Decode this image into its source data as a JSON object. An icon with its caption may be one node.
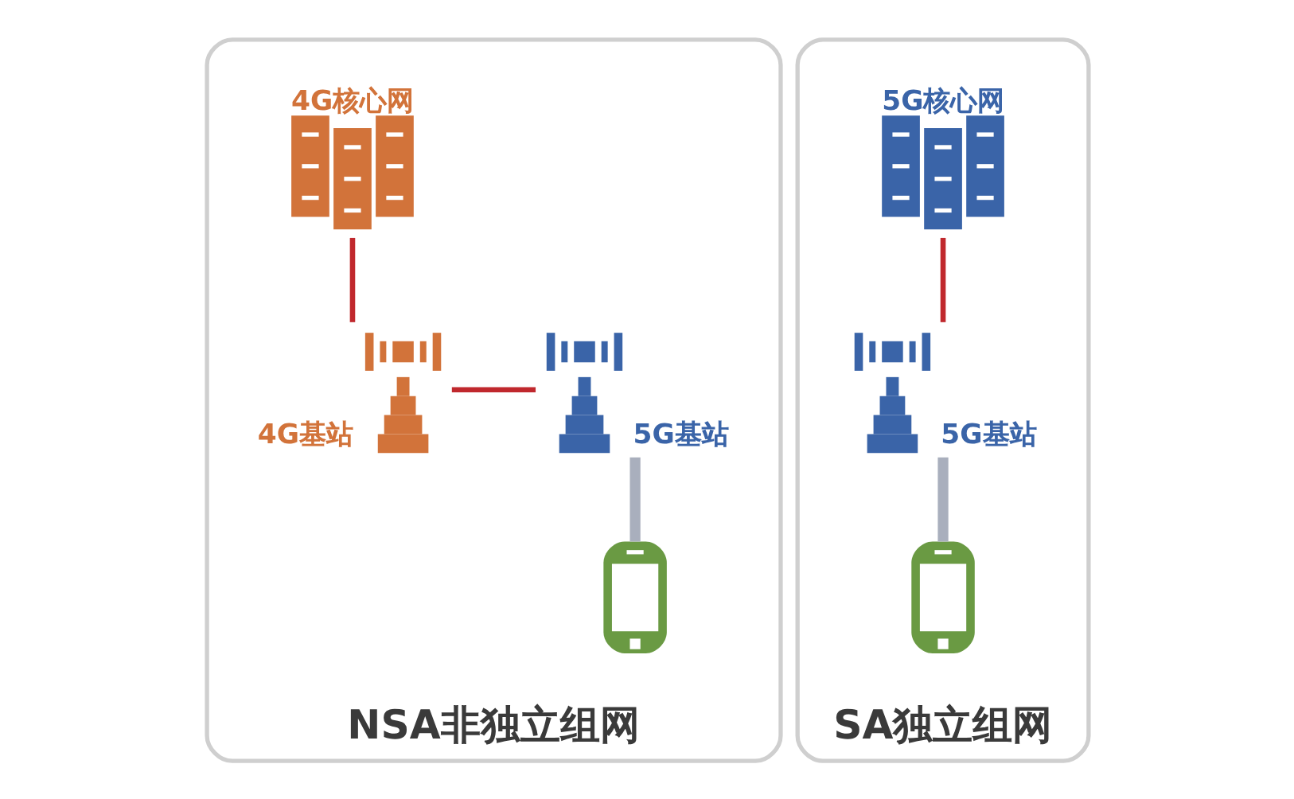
{
  "diagram": {
    "nodes": [
      {
        "text": [
          "NSA非独立组网"
        ]
      },
      {
        "text": [
          "4G核心网"
        ],
        "in": 0
      },
      {
        "text": [
          "4G基站"
        ],
        "in": 0
      },
      {
        "text": [
          "5G基站"
        ],
        "in": 0
      },
      {
        "text": [],
        "shape": "picture",
        "in": 0
      },
      {
        "text": [
          "SA独立组网"
        ]
      },
      {
        "text": [
          "5G核心网"
        ],
        "in": 5
      },
      {
        "text": [
          "5G基站"
        ],
        "in": 5
      },
      {
        "text": [],
        "shape": "picture",
        "in": 5
      }
    ],
    "edges": [
      {
        "from": 1,
        "to": 2,
        "arrow": "none"
      },
      {
        "from": 2,
        "to": 3,
        "arrow": "none"
      },
      {
        "from": 3,
        "to": 4,
        "arrow": "none",
        "color": "#a9afbd",
        "style": "thick"
      },
      {
        "from": 6,
        "to": 7,
        "arrow": "none"
      },
      {
        "from": 7,
        "to": 8,
        "arrow": "none",
        "color": "#a9afbd",
        "style": "thick"
      }
    ]
  }
}
